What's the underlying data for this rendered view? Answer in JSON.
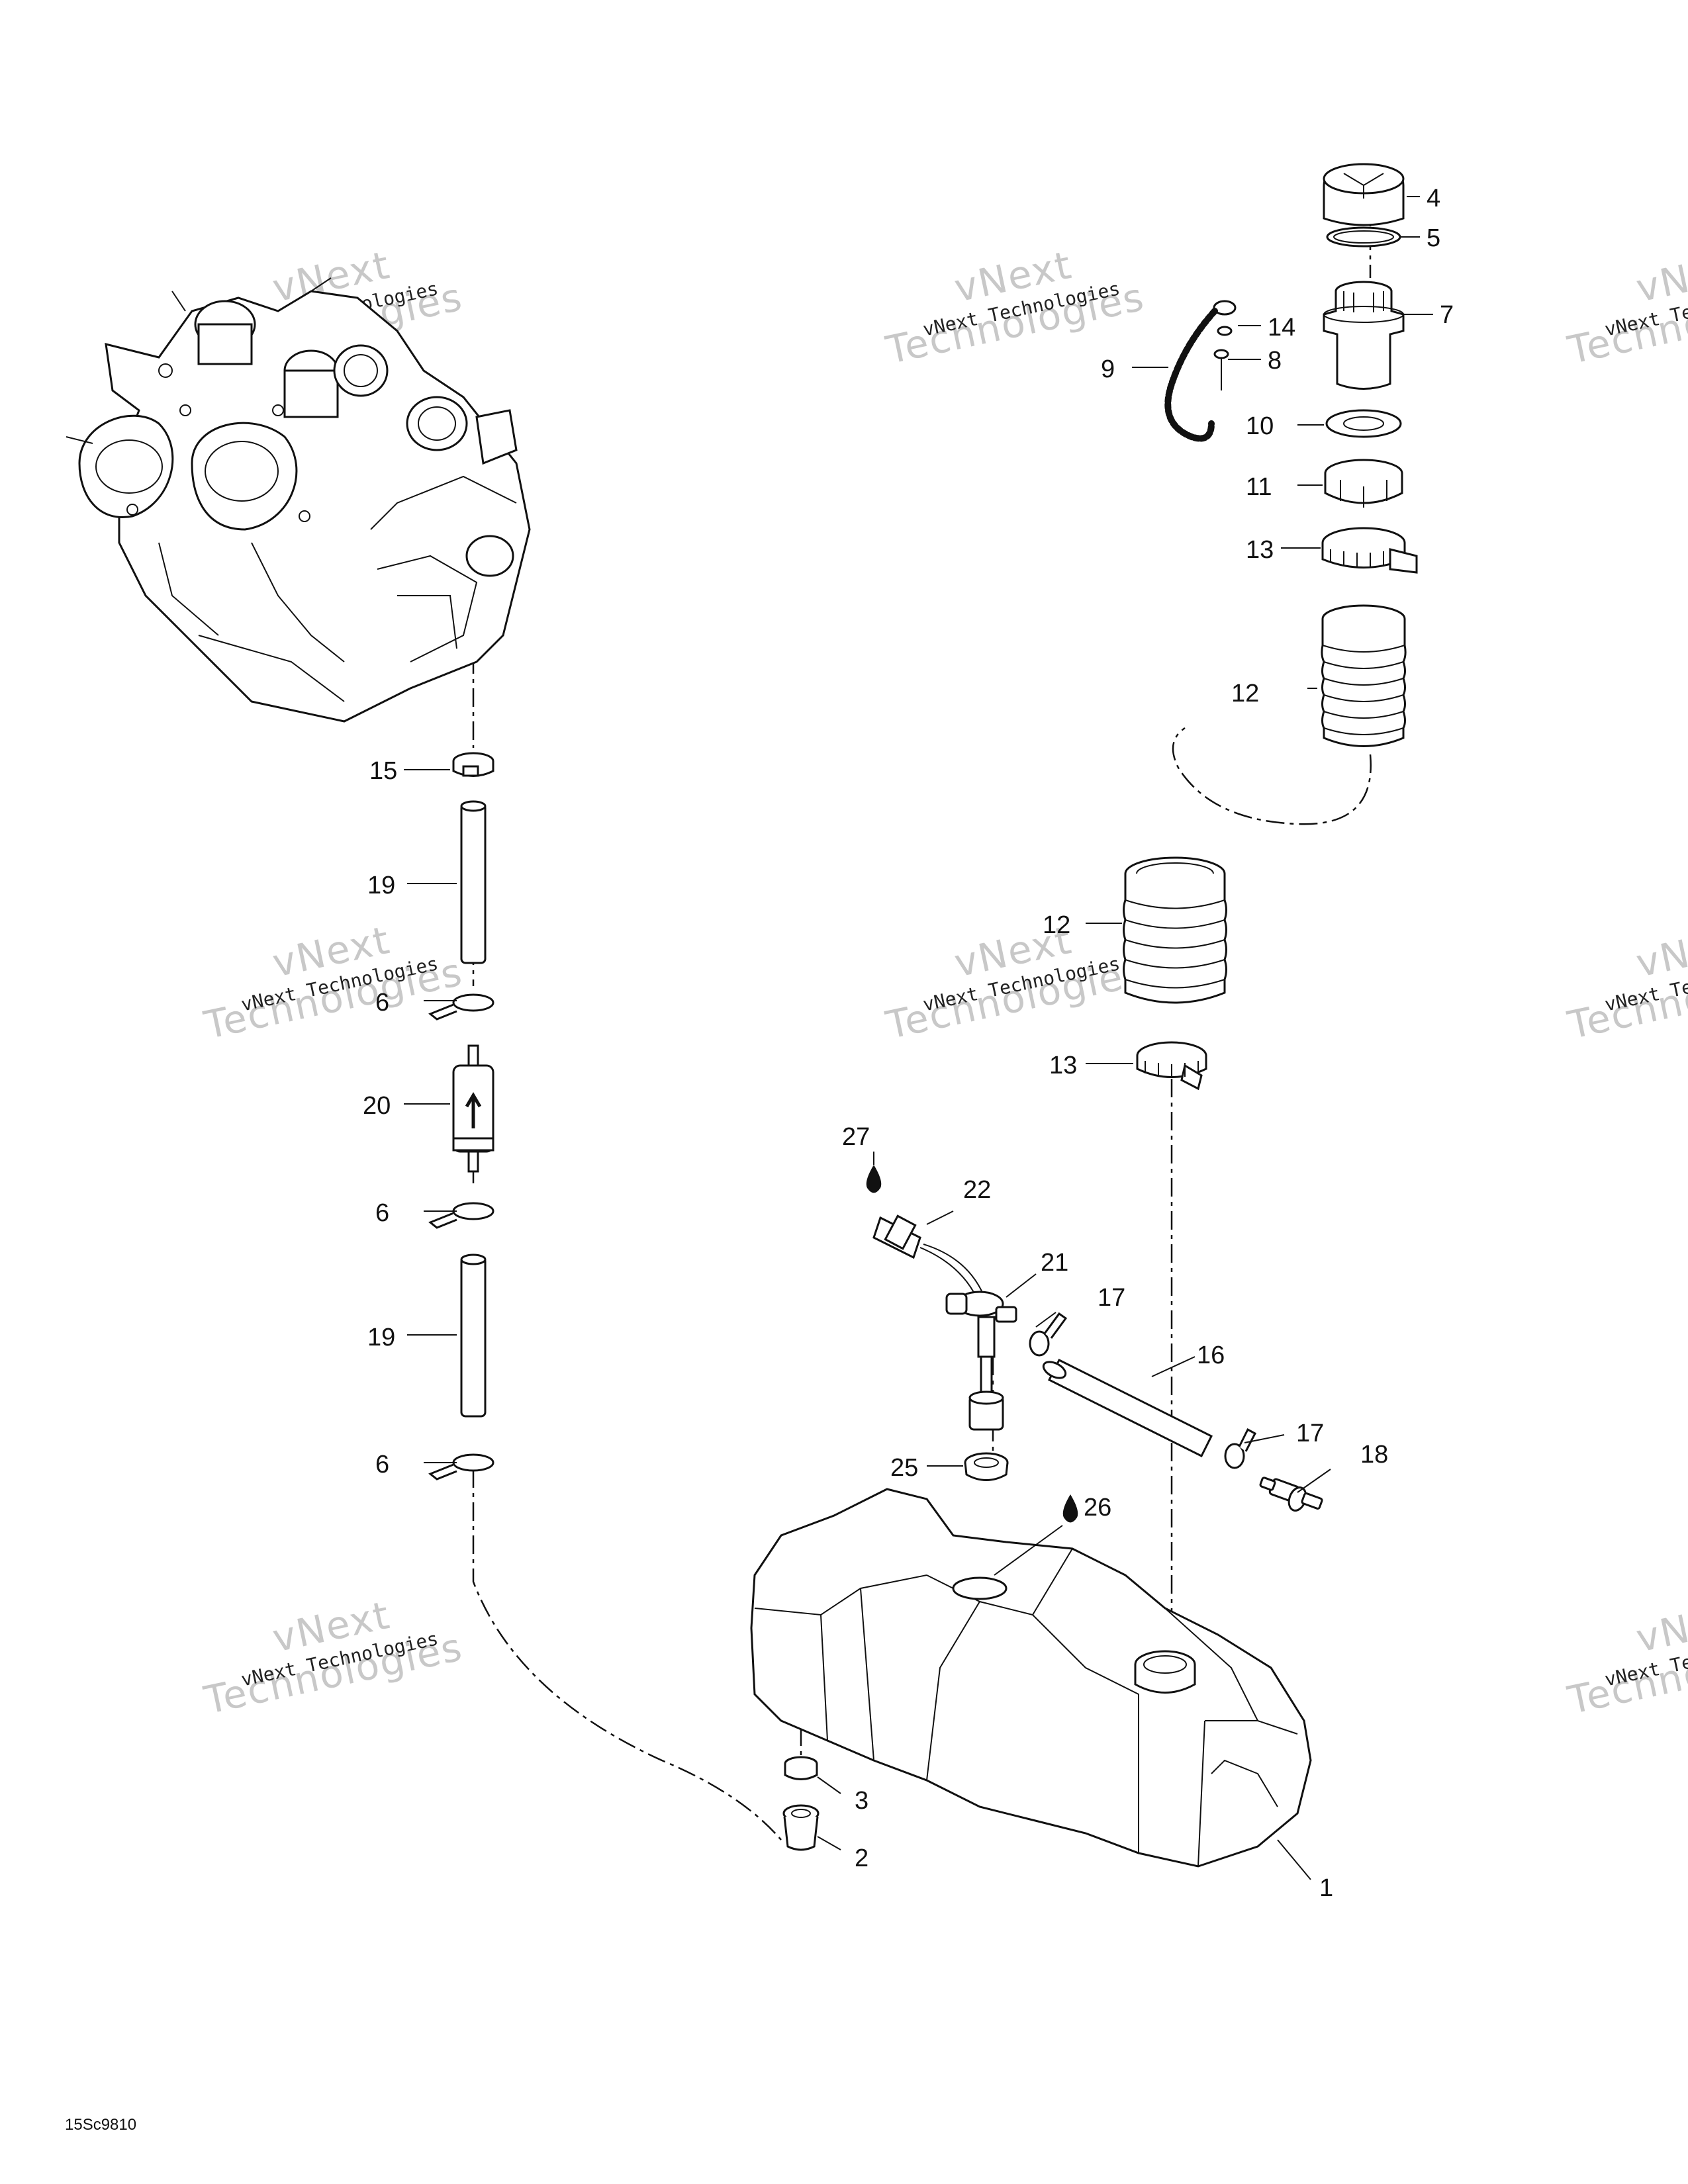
{
  "document": {
    "code": "15Sc9810"
  },
  "watermark": {
    "line1": "vNext Technologies",
    "line2": "vNext",
    "line3": "Technologies"
  },
  "callouts": [
    "1",
    "2",
    "3",
    "4",
    "5",
    "6",
    "7",
    "8",
    "9",
    "10",
    "11",
    "12",
    "13",
    "14",
    "15",
    "16",
    "17",
    "18",
    "19",
    "20",
    "21",
    "22",
    "25",
    "26",
    "27"
  ]
}
